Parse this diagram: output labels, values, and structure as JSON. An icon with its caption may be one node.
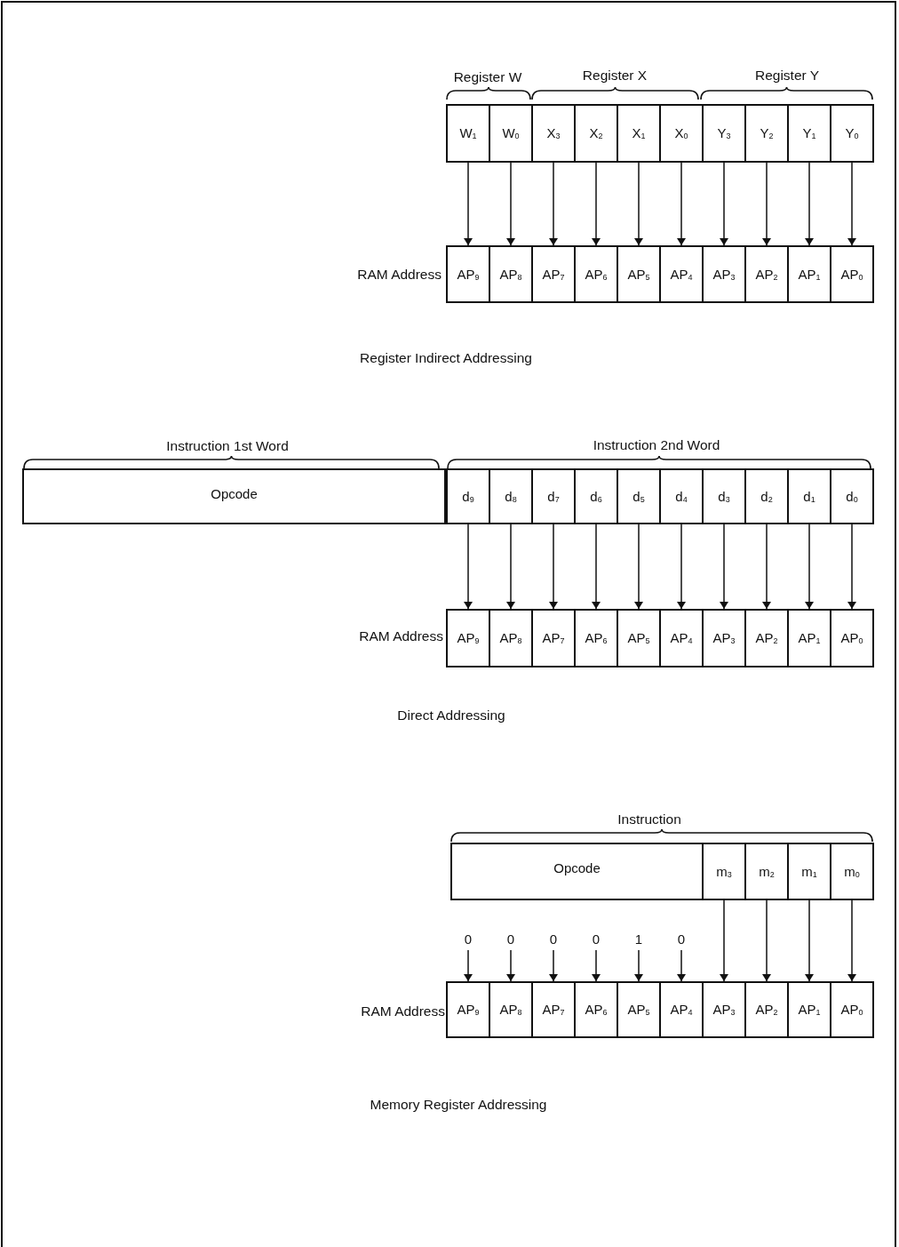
{
  "diagram": {
    "nodes": [
      {
        "text": [
          "W$_{1}$"
        ]
      },
      {
        "text": [
          "W$_{0}$"
        ]
      },
      {
        "text": [
          "X$_{3}$"
        ]
      },
      {
        "text": [
          "X$_{2}$"
        ]
      },
      {
        "text": [
          "X$_{1}$"
        ]
      },
      {
        "text": [
          "X$_{0}$"
        ]
      },
      {
        "text": [
          "Y$_{3}$"
        ]
      },
      {
        "text": [
          "Y$_{2}$"
        ]
      },
      {
        "text": [
          "Y$_{1}$"
        ]
      },
      {
        "text": [
          "Y$_{0}$"
        ]
      },
      {
        "text": [
          "AP$_{9}$"
        ]
      },
      {
        "text": [
          "AP$_{8}$"
        ]
      },
      {
        "text": [
          "AP$_{7}$"
        ]
      },
      {
        "text": [
          "AP$_{6}$"
        ]
      },
      {
        "text": [
          "AP$_{5}$"
        ]
      },
      {
        "text": [
          "AP$_{4}$"
        ]
      },
      {
        "text": [
          "AP$_{3}$"
        ]
      },
      {
        "text": [
          "AP$_{2}$"
        ]
      },
      {
        "text": [
          "AP$_{1}$"
        ]
      },
      {
        "text": [
          "AP$_{0}$"
        ]
      },
      {
        "text": [
          "Opcode"
        ]
      },
      {
        "text": [
          "d$_{9}$"
        ]
      },
      {
        "text": [
          "d$_{8}$"
        ]
      },
      {
        "text": [
          "d$_{7}$"
        ]
      },
      {
        "text": [
          "d$_{6}$"
        ]
      },
      {
        "text": [
          "d$_{5}$"
        ]
      },
      {
        "text": [
          "d$_{4}$"
        ]
      },
      {
        "text": [
          "d$_{3}$"
        ]
      },
      {
        "text": [
          "d$_{2}$"
        ]
      },
      {
        "text": [
          "d$_{1}$"
        ]
      },
      {
        "text": [
          "d$_{0}$"
        ]
      },
      {
        "text": [
          "AP$_{9}$"
        ]
      },
      {
        "text": [
          "AP$_{8}$"
        ]
      },
      {
        "text": [
          "AP$_{7}$"
        ]
      },
      {
        "text": [
          "AP$_{6}$"
        ]
      },
      {
        "text": [
          "AP$_{5}$"
        ]
      },
      {
        "text": [
          "AP$_{4}$"
        ]
      },
      {
        "text": [
          "AP$_{3}$"
        ]
      },
      {
        "text": [
          "AP$_{2}$"
        ]
      },
      {
        "text": [
          "AP$_{1}$"
        ]
      },
      {
        "text": [
          "AP$_{0}$"
        ]
      },
      {
        "text": [
          "Opcode"
        ]
      },
      {
        "text": [
          "m$_{3}$"
        ]
      },
      {
        "text": [
          "m$_{2}$"
        ]
      },
      {
        "text": [
          "m$_{1}$"
        ]
      },
      {
        "text": [
          "m$_{0}$"
        ]
      },
      {
        "text": [
          "0"
        ]
      },
      {
        "text": [
          "0"
        ]
      },
      {
        "text": [
          "0"
        ]
      },
      {
        "text": [
          "0"
        ]
      },
      {
        "text": [
          "1"
        ]
      },
      {
        "text": [
          "0"
        ]
      },
      {
        "text": [
          "AP$_{9}$"
        ]
      },
      {
        "text": [
          "AP$_{8}$"
        ]
      },
      {
        "text": [
          "AP$_{7}$"
        ]
      },
      {
        "text": [
          "AP$_{6}$"
        ]
      },
      {
        "text": [
          "AP$_{5}$"
        ]
      },
      {
        "text": [
          "AP$_{4}$"
        ]
      },
      {
        "text": [
          "AP$_{3}$"
        ]
      },
      {
        "text": [
          "AP$_{2}$"
        ]
      },
      {
        "text": [
          "AP$_{1}$"
        ]
      },
      {
        "text": [
          "AP$_{0}$"
        ]
      }
    ],
    "edges": [
      {
        "from": 0,
        "to": 10,
        "arrow": "to"
      },
      {
        "from": 1,
        "to": 11,
        "arrow": "to"
      },
      {
        "from": 2,
        "to": 12,
        "arrow": "to"
      },
      {
        "from": 3,
        "to": 13,
        "arrow": "to"
      },
      {
        "from": 4,
        "to": 14,
        "arrow": "to"
      },
      {
        "from": 5,
        "to": 15,
        "arrow": "to"
      },
      {
        "from": 6,
        "to": 16,
        "arrow": "to"
      },
      {
        "from": 7,
        "to": 17,
        "arrow": "to"
      },
      {
        "from": 8,
        "to": 18,
        "arrow": "to"
      },
      {
        "from": 9,
        "to": 19,
        "arrow": "to"
      },
      {
        "from": 21,
        "to": 31,
        "arrow": "to"
      },
      {
        "from": 22,
        "to": 32,
        "arrow": "to"
      },
      {
        "from": 23,
        "to": 33,
        "arrow": "to"
      },
      {
        "from": 24,
        "to": 34,
        "arrow": "to"
      },
      {
        "from": 25,
        "to": 35,
        "arrow": "to"
      },
      {
        "from": 26,
        "to": 36,
        "arrow": "to"
      },
      {
        "from": 27,
        "to": 37,
        "arrow": "to"
      },
      {
        "from": 28,
        "to": 38,
        "arrow": "to"
      },
      {
        "from": 29,
        "to": 39,
        "arrow": "to"
      },
      {
        "from": 30,
        "to": 40,
        "arrow": "to"
      },
      {
        "from": 46,
        "to": 52,
        "arrow": "to"
      },
      {
        "from": 47,
        "to": 53,
        "arrow": "to"
      },
      {
        "from": 48,
        "to": 54,
        "arrow": "to"
      },
      {
        "from": 49,
        "to": 55,
        "arrow": "to"
      },
      {
        "from": 50,
        "to": 56,
        "arrow": "to"
      },
      {
        "from": 51,
        "to": 57,
        "arrow": "to"
      },
      {
        "from": 42,
        "to": 58,
        "arrow": "to"
      },
      {
        "from": 43,
        "to": 59,
        "arrow": "to"
      },
      {
        "from": 44,
        "to": 60,
        "arrow": "to"
      },
      {
        "from": 45,
        "to": 61,
        "arrow": "to"
      }
    ],
    "labels": [
      "Register W",
      "Register X",
      "Register Y",
      "RAM Address",
      "Register Indirect Addressing",
      "Instruction 1st Word",
      "Instruction 2nd Word",
      "RAM Address",
      "Direct Addressing",
      "Instruction",
      "RAM Address",
      "Memory Register Addressing"
    ]
  }
}
